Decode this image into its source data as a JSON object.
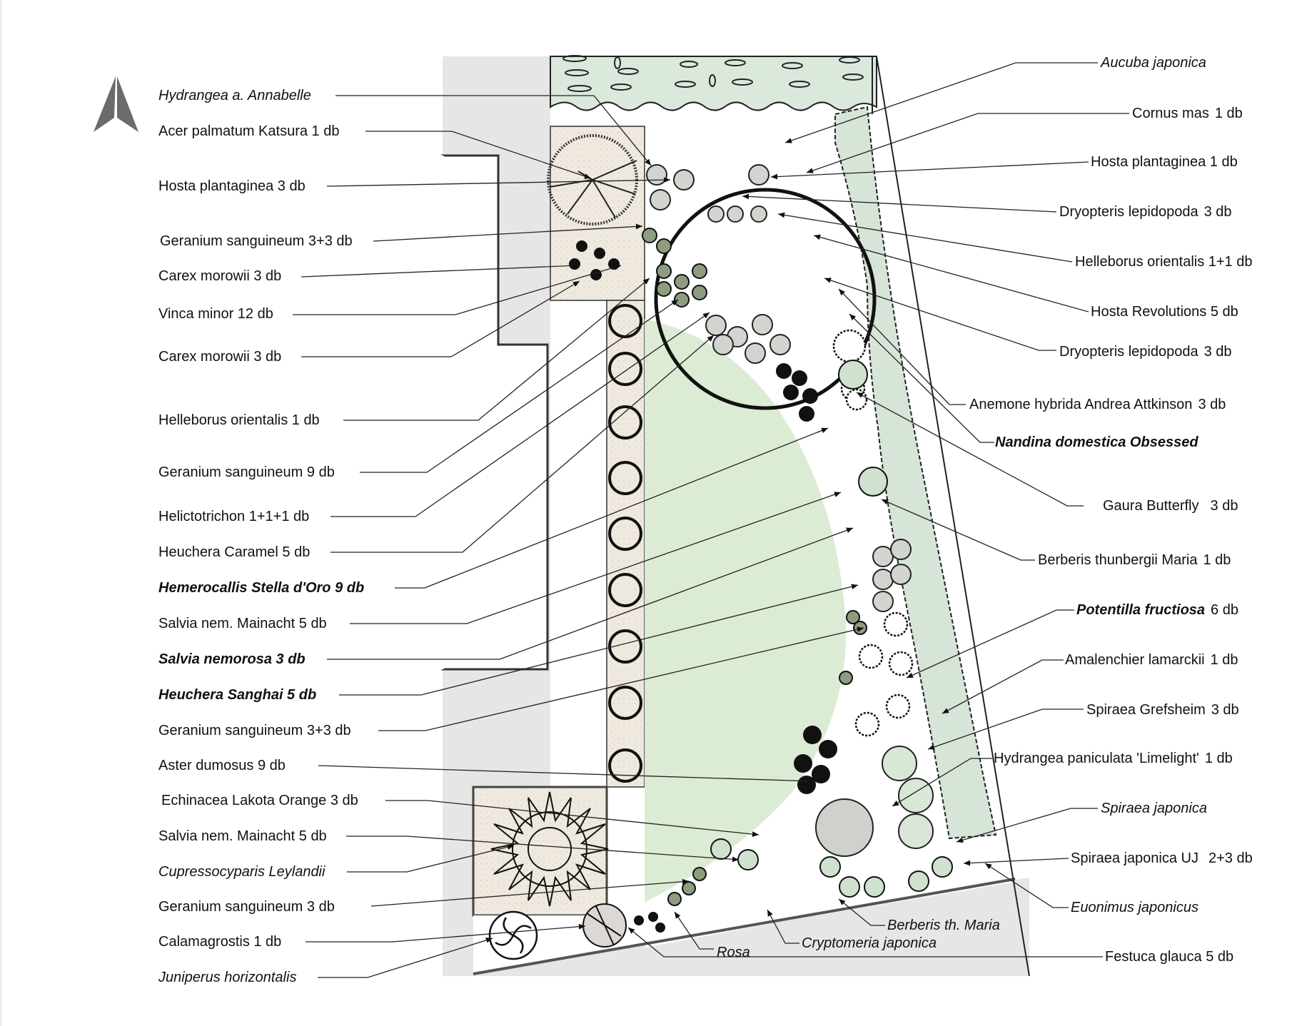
{
  "drawing": {
    "type": "garden planting plan",
    "north_arrow": "north-arrow-icon",
    "quantity_unit": "db",
    "colors": {
      "paving": "#e6e6e4",
      "gravel": "#efe9e0",
      "lawn": "#dcebd3",
      "hedge": "#d9e7dc",
      "shrub_grey": "#cfd2cc",
      "outline": "#1a1a1a",
      "north_arrow": "#6b6b6b"
    }
  },
  "labels_left": [
    {
      "text": "Hydrangea a. Annabelle",
      "style": "italic"
    },
    {
      "text": "Acer palmatum Katsura 1 db",
      "style": "normal"
    },
    {
      "text": "Hosta plantaginea 3 db",
      "style": "normal"
    },
    {
      "text": "Geranium sanguineum 3+3 db",
      "style": "normal"
    },
    {
      "text": "Carex morowii 3 db",
      "style": "normal"
    },
    {
      "text": "Vinca minor 12 db",
      "style": "normal"
    },
    {
      "text": "Carex morowii 3 db",
      "style": "normal"
    },
    {
      "text": "Helleborus orientalis 1 db",
      "style": "normal"
    },
    {
      "text": "Geranium sanguineum 9 db",
      "style": "normal"
    },
    {
      "text": "Helictotrichon 1+1+1 db",
      "style": "normal"
    },
    {
      "text": "Heuchera Caramel 5 db",
      "style": "normal"
    },
    {
      "text": "Hemerocallis Stella d'Oro 9 db",
      "style": "bold-italic"
    },
    {
      "text": "Salvia nem. Mainacht 5 db",
      "style": "normal"
    },
    {
      "text": "Salvia nemorosa 3 db",
      "style": "bold-italic"
    },
    {
      "text": "Heuchera Sanghai 5 db",
      "style": "bold-italic"
    },
    {
      "text": "Geranium sanguineum 3+3 db",
      "style": "normal"
    },
    {
      "text": "Aster dumosus 9 db",
      "style": "normal"
    },
    {
      "text": "Echinacea Lakota Orange 3 db",
      "style": "normal"
    },
    {
      "text": "Salvia nem. Mainacht 5 db",
      "style": "normal"
    },
    {
      "text": "Cupressocyparis Leylandii",
      "style": "italic"
    },
    {
      "text": "Geranium sanguineum 3 db",
      "style": "normal"
    },
    {
      "text": "Calamagrostis 1 db",
      "style": "normal"
    },
    {
      "text": "Juniperus horizontalis",
      "style": "italic"
    }
  ],
  "labels_right": [
    {
      "name": "Aucuba japonica",
      "qty": "",
      "style": "italic"
    },
    {
      "name": "Cornus mas",
      "qty": "1 db",
      "style": "normal"
    },
    {
      "name": "Hosta plantaginea 1 db",
      "qty": "",
      "style": "normal"
    },
    {
      "name": "Dryopteris lepidopoda",
      "qty": "3 db",
      "style": "normal"
    },
    {
      "name": "Helleborus orientalis 1+1 db",
      "qty": "",
      "style": "normal"
    },
    {
      "name": "Hosta Revolutions 5 db",
      "qty": "",
      "style": "normal"
    },
    {
      "name": "Dryopteris lepidopoda",
      "qty": "3 db",
      "style": "normal"
    },
    {
      "name": "Anemone hybrida Andrea Attkinson",
      "qty": "3 db",
      "style": "normal"
    },
    {
      "name": "Nandina domestica Obsessed",
      "qty": "",
      "style": "bold-italic"
    },
    {
      "name": "Gaura Butterfly",
      "qty": "3 db",
      "style": "normal"
    },
    {
      "name": "Berberis thunbergii Maria",
      "qty": "1 db",
      "style": "normal"
    },
    {
      "name": "Potentilla fructiosa",
      "qty": "6 db",
      "style": "bold-italic"
    },
    {
      "name": "Amalenchier lamarckii",
      "qty": "1 db",
      "style": "normal"
    },
    {
      "name": "Spiraea Grefsheim",
      "qty": "3 db",
      "style": "normal"
    },
    {
      "name": "Hydrangea paniculata 'Limelight'",
      "qty": "1 db",
      "style": "normal"
    },
    {
      "name": "Spiraea japonica",
      "qty": "",
      "style": "italic"
    },
    {
      "name": "Spiraea japonica UJ",
      "qty": "2+3 db",
      "style": "normal"
    },
    {
      "name": "Euonimus japonicus",
      "qty": "",
      "style": "italic"
    },
    {
      "name": "Festuca glauca 5 db",
      "qty": "",
      "style": "normal"
    }
  ],
  "labels_bottom": [
    {
      "text": "Berberis th. Maria",
      "style": "italic"
    },
    {
      "text": "Cryptomeria japonica",
      "style": "italic"
    },
    {
      "text": "Rosa",
      "style": "italic"
    }
  ]
}
